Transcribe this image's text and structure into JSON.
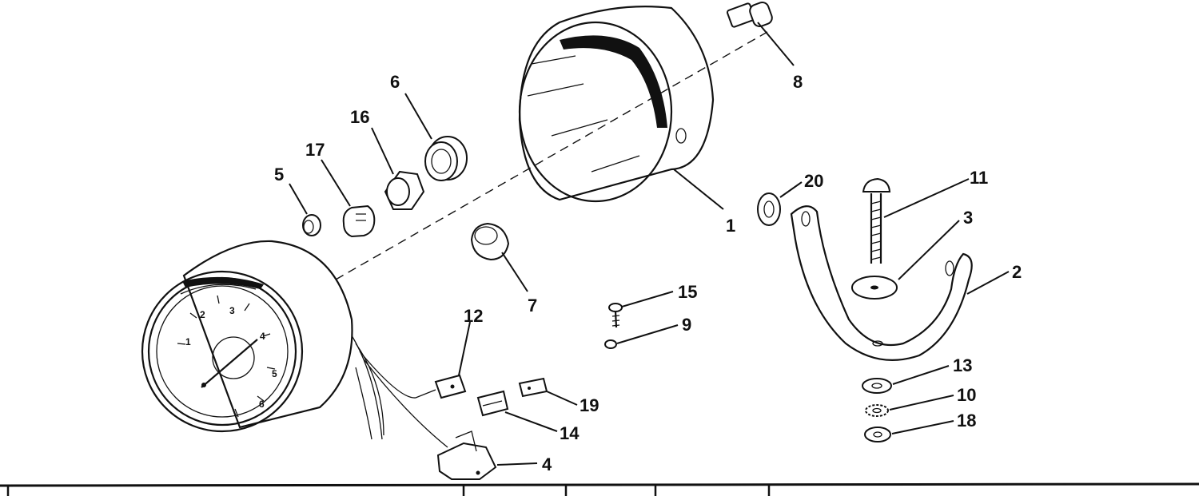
{
  "callouts": {
    "c1": "1",
    "c2": "2",
    "c3": "3",
    "c4": "4",
    "c5": "5",
    "c6": "6",
    "c7": "7",
    "c8": "8",
    "c9": "9",
    "c10": "10",
    "c11": "11",
    "c12": "12",
    "c13": "13",
    "c14": "14",
    "c15": "15",
    "c16": "16",
    "c17": "17",
    "c18": "18",
    "c19": "19",
    "c20": "20"
  },
  "dial": {
    "numbers": [
      "1",
      "2",
      "3",
      "4",
      "5",
      "6"
    ]
  },
  "colors": {
    "ink": "#111111",
    "paper": "#ffffff"
  }
}
